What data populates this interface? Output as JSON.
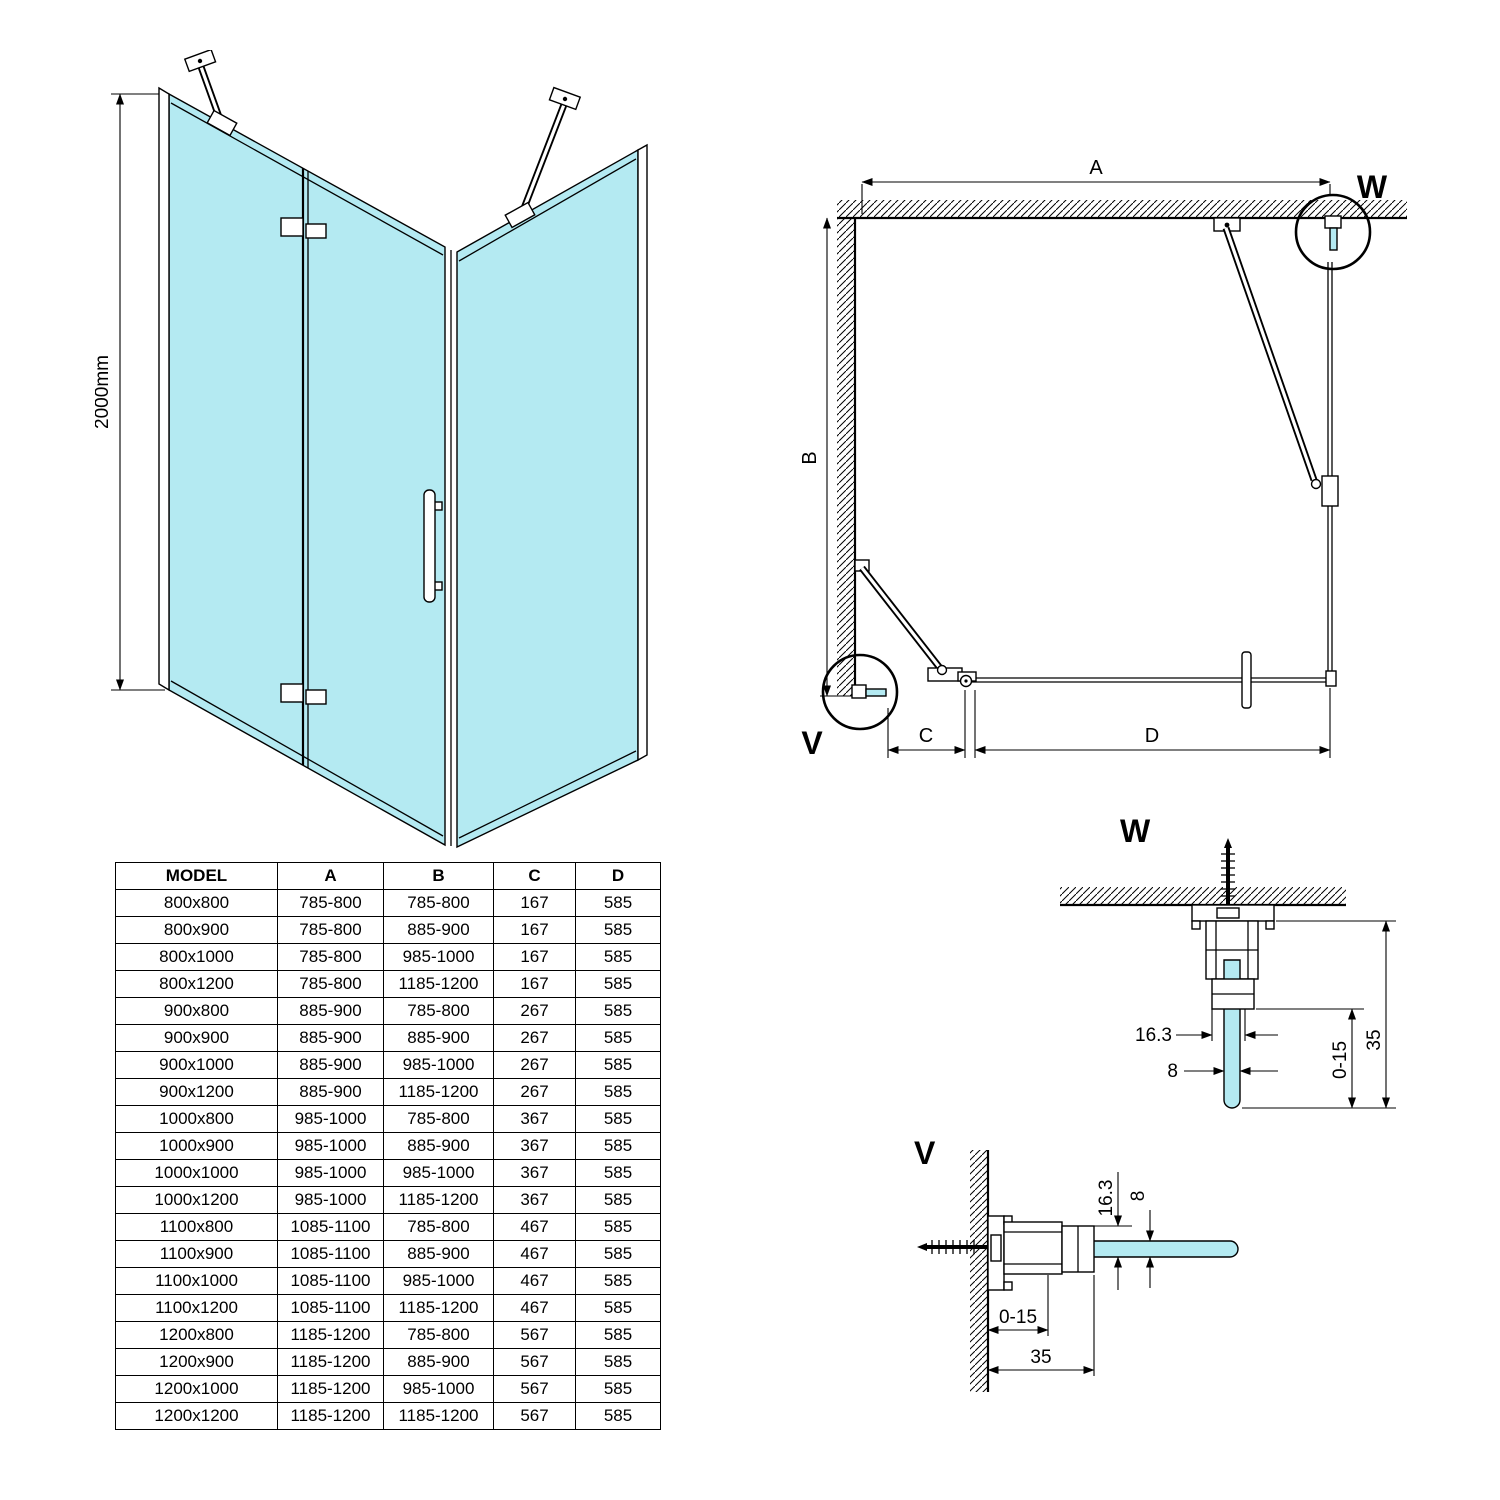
{
  "colors": {
    "glass": "#b4eaf2"
  },
  "perspective": {
    "height_dimension": "2000mm"
  },
  "plan": {
    "dim_a": "A",
    "dim_b": "B",
    "dim_c": "C",
    "dim_d": "D",
    "detail_w_label": "W",
    "detail_v_label": "V"
  },
  "detail_w": {
    "title": "W",
    "dim_profile_width": "16.3",
    "dim_glass_thickness": "8",
    "dim_adjustment": "0-15",
    "dim_total_depth": "35"
  },
  "detail_v": {
    "title": "V",
    "dim_profile_width": "16.3",
    "dim_glass_thickness": "8",
    "dim_adjustment": "0-15",
    "dim_total_depth": "35"
  },
  "table": {
    "headers": [
      "MODEL",
      "A",
      "B",
      "C",
      "D"
    ],
    "rows": [
      [
        "800x800",
        "785-800",
        "785-800",
        "167",
        "585"
      ],
      [
        "800x900",
        "785-800",
        "885-900",
        "167",
        "585"
      ],
      [
        "800x1000",
        "785-800",
        "985-1000",
        "167",
        "585"
      ],
      [
        "800x1200",
        "785-800",
        "1185-1200",
        "167",
        "585"
      ],
      [
        "900x800",
        "885-900",
        "785-800",
        "267",
        "585"
      ],
      [
        "900x900",
        "885-900",
        "885-900",
        "267",
        "585"
      ],
      [
        "900x1000",
        "885-900",
        "985-1000",
        "267",
        "585"
      ],
      [
        "900x1200",
        "885-900",
        "1185-1200",
        "267",
        "585"
      ],
      [
        "1000x800",
        "985-1000",
        "785-800",
        "367",
        "585"
      ],
      [
        "1000x900",
        "985-1000",
        "885-900",
        "367",
        "585"
      ],
      [
        "1000x1000",
        "985-1000",
        "985-1000",
        "367",
        "585"
      ],
      [
        "1000x1200",
        "985-1000",
        "1185-1200",
        "367",
        "585"
      ],
      [
        "1100x800",
        "1085-1100",
        "785-800",
        "467",
        "585"
      ],
      [
        "1100x900",
        "1085-1100",
        "885-900",
        "467",
        "585"
      ],
      [
        "1100x1000",
        "1085-1100",
        "985-1000",
        "467",
        "585"
      ],
      [
        "1100x1200",
        "1085-1100",
        "1185-1200",
        "467",
        "585"
      ],
      [
        "1200x800",
        "1185-1200",
        "785-800",
        "567",
        "585"
      ],
      [
        "1200x900",
        "1185-1200",
        "885-900",
        "567",
        "585"
      ],
      [
        "1200x1000",
        "1185-1200",
        "985-1000",
        "567",
        "585"
      ],
      [
        "1200x1200",
        "1185-1200",
        "1185-1200",
        "567",
        "585"
      ]
    ]
  }
}
